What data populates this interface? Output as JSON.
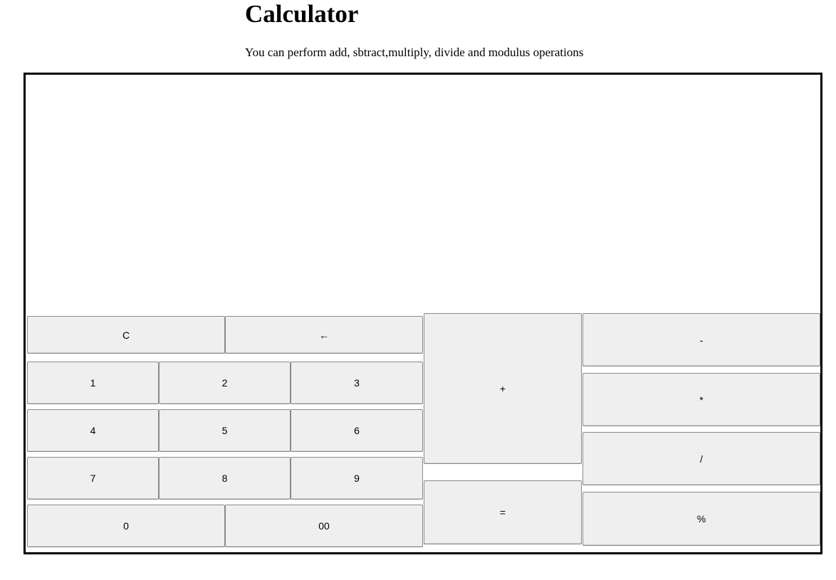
{
  "header": {
    "title": "Calculator",
    "subtitle": "You can perform add, sbtract,multiply, divide and modulus operations"
  },
  "display": {
    "value": ""
  },
  "keys": {
    "clear": "C",
    "backspace": "←",
    "one": "1",
    "two": "2",
    "three": "3",
    "four": "4",
    "five": "5",
    "six": "6",
    "seven": "7",
    "eight": "8",
    "nine": "9",
    "zero": "0",
    "double_zero": "00",
    "plus": "+",
    "equals": "=",
    "minus": "-",
    "multiply": "*",
    "divide": "/",
    "modulus": "%"
  }
}
